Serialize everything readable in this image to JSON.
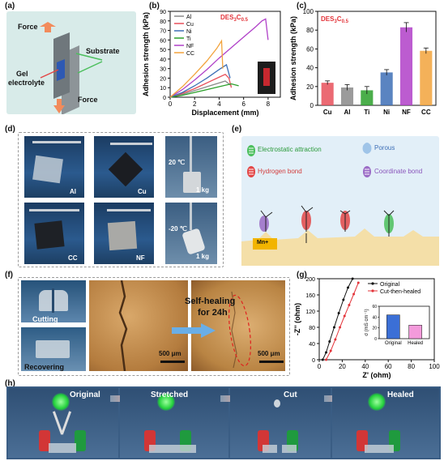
{
  "panels": {
    "a": {
      "label": "(a)",
      "force_top": "Force",
      "force_bottom": "Force",
      "substrate": "Substrate",
      "gel_line1": "Gel",
      "gel_line2": "electrolyte"
    },
    "b": {
      "label": "(b)",
      "annotation": "DES3C0.5"
    },
    "c": {
      "label": "(c)",
      "annotation": "DES3C0.5"
    },
    "d": {
      "label": "(d)",
      "photo_labels": [
        "Al",
        "Cu",
        "CC",
        "NF"
      ],
      "temp_top": "20 ℃",
      "weight_top": "1 kg",
      "temp_bottom": "-20 ℃",
      "weight_bottom": "1 kg"
    },
    "e": {
      "label": "(e)",
      "legend": [
        "Electrostatic attraction",
        "Porous",
        "Hydrogen bond",
        "Coordinate bond"
      ],
      "metal_label": "Mn+"
    },
    "f": {
      "label": "(f)",
      "cutting": "Cutting",
      "recovering": "Recovering",
      "healing_line1": "Self-healing",
      "healing_line2": "for 24h",
      "scale1": "500 μm",
      "scale2": "500 μm"
    },
    "g": {
      "label": "(g)"
    },
    "h": {
      "label": "(h)",
      "steps": [
        "Original",
        "Stretched",
        "Cut",
        "Healed"
      ]
    }
  },
  "colors": {
    "Al": "#8a8a8a",
    "Cu": "#e8505b",
    "Ni": "#3d6fb6",
    "Ti": "#2ca02c",
    "NF": "#b040c8",
    "CC": "#f2a33c"
  },
  "chart_data": [
    {
      "type": "line",
      "panel": "b",
      "xlabel": "Displacement (mm)",
      "ylabel": "Adhesion strength (kPa)",
      "xlim": [
        0,
        9
      ],
      "ylim": [
        0,
        90
      ],
      "xticks": [
        0,
        2,
        4,
        6,
        8
      ],
      "yticks": [
        0,
        10,
        20,
        30,
        40,
        50,
        60,
        70,
        80,
        90
      ],
      "legend_position": "top-left",
      "series": [
        {
          "name": "Al",
          "x": [
            0,
            1,
            2,
            3,
            4,
            4.5,
            4.8,
            5
          ],
          "y": [
            0,
            3,
            7,
            11,
            15,
            17,
            14,
            12
          ]
        },
        {
          "name": "Cu",
          "x": [
            0,
            1,
            2,
            3,
            4,
            4.5,
            4.8,
            5.0
          ],
          "y": [
            0,
            4,
            9,
            15,
            21,
            24,
            20,
            10
          ]
        },
        {
          "name": "Ni",
          "x": [
            0,
            1,
            2,
            3,
            4,
            4.6,
            4.9
          ],
          "y": [
            0,
            5,
            12,
            20,
            29,
            34,
            20
          ]
        },
        {
          "name": "Ti",
          "x": [
            0,
            1,
            2,
            3,
            4,
            5,
            5.6
          ],
          "y": [
            0,
            2,
            5,
            8,
            11,
            14,
            12
          ]
        },
        {
          "name": "NF",
          "x": [
            0,
            1,
            2,
            3,
            4,
            5,
            6,
            7,
            7.5,
            7.8,
            8.0
          ],
          "y": [
            0,
            8,
            18,
            29,
            41,
            52,
            63,
            74,
            80,
            82,
            60
          ]
        },
        {
          "name": "CC",
          "x": [
            0,
            1,
            2,
            3,
            3.8,
            4.2,
            4.3
          ],
          "y": [
            0,
            11,
            24,
            38,
            51,
            59,
            30
          ]
        }
      ]
    },
    {
      "type": "bar",
      "panel": "c",
      "ylabel": "Adhesion strength (kPa)",
      "categories": [
        "Cu",
        "Al",
        "Ti",
        "Ni",
        "NF",
        "CC"
      ],
      "values": [
        24,
        19,
        16,
        35,
        83,
        58
      ],
      "errors": [
        2,
        3,
        4,
        3,
        5,
        3
      ],
      "ylim": [
        0,
        100
      ],
      "yticks": [
        0,
        20,
        40,
        60,
        80,
        100
      ]
    },
    {
      "type": "line",
      "panel": "g",
      "xlabel": "Z' (ohm)",
      "ylabel": "-Z'' (ohm)",
      "xlim": [
        0,
        100
      ],
      "ylim": [
        0,
        200
      ],
      "xticks": [
        0,
        20,
        40,
        60,
        80,
        100
      ],
      "yticks": [
        0,
        40,
        80,
        120,
        160,
        200
      ],
      "legend_position": "top-right",
      "series": [
        {
          "name": "Original",
          "x": [
            3,
            6,
            9,
            13,
            17,
            21,
            25,
            29
          ],
          "y": [
            0,
            18,
            45,
            80,
            115,
            148,
            178,
            200
          ]
        },
        {
          "name": "Cut-then-healed",
          "x": [
            6,
            10,
            14,
            18,
            22,
            26,
            30,
            34
          ],
          "y": [
            0,
            22,
            50,
            80,
            108,
            135,
            162,
            190
          ]
        }
      ]
    },
    {
      "type": "bar",
      "panel": "g-inset",
      "ylabel": "σ (mS cm⁻¹)",
      "categories": [
        "Original",
        "Healed"
      ],
      "values": [
        44,
        25
      ],
      "ylim": [
        0,
        60
      ],
      "yticks": [
        0,
        20,
        40,
        60
      ]
    }
  ]
}
